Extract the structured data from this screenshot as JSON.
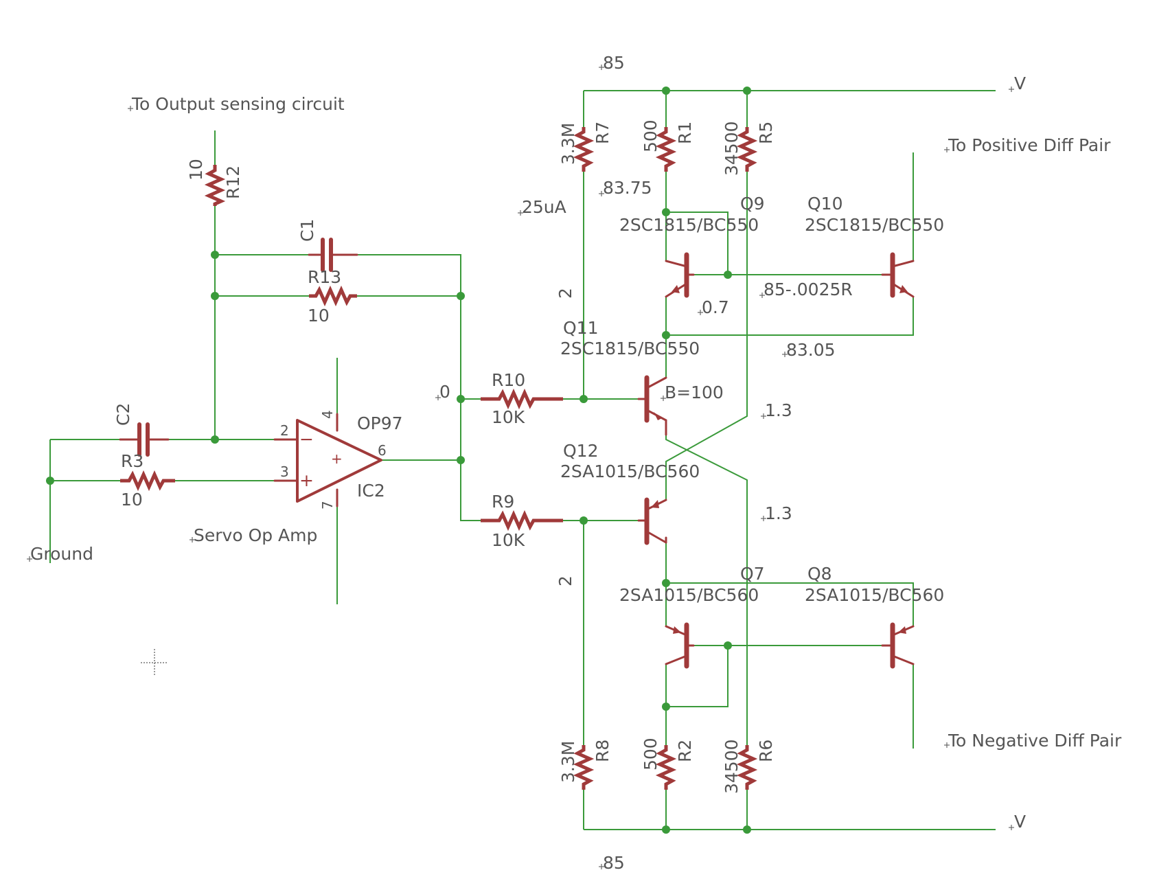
{
  "labels": {
    "rail_top_voltage": "85",
    "rail_top_name": "V",
    "rail_bottom_voltage": "85",
    "rail_bottom_name": "V",
    "to_output": "To Output sensing circuit",
    "to_positive": "To Positive Diff Pair",
    "to_negative": "To Negative Diff Pair",
    "ground": "Ground",
    "servo": "Servo Op Amp",
    "node_83_75": "83.75",
    "node_25ua": "25uA",
    "node_2_top": "2",
    "node_2_bottom": "2",
    "node_85_0025r": "85-.0025R",
    "node_0_7": "0.7",
    "node_83_05": "83.05",
    "node_0": "0",
    "beta": "B=100",
    "node_1_3_top": "1.3",
    "node_1_3_bottom": "1.3"
  },
  "resistors": {
    "R7": {
      "name": "R7",
      "value": "3.3M"
    },
    "R1": {
      "name": "R1",
      "value": "500"
    },
    "R5": {
      "name": "R5",
      "value": "34500"
    },
    "R8": {
      "name": "R8",
      "value": "3.3M"
    },
    "R2": {
      "name": "R2",
      "value": "500"
    },
    "R6": {
      "name": "R6",
      "value": "34500"
    },
    "R12": {
      "name": "R12",
      "value": "10"
    },
    "R13": {
      "name": "R13",
      "value": "10"
    },
    "R3": {
      "name": "R3",
      "value": "10"
    },
    "R10": {
      "name": "R10",
      "value": "10K"
    },
    "R9": {
      "name": "R9",
      "value": "10K"
    }
  },
  "capacitors": {
    "C1": {
      "name": "C1"
    },
    "C2": {
      "name": "C2"
    }
  },
  "transistors": {
    "Q9": {
      "name": "Q9",
      "part": "2SC1815/BC550"
    },
    "Q10": {
      "name": "Q10",
      "part": "2SC1815/BC550"
    },
    "Q11": {
      "name": "Q11",
      "part": "2SC1815/BC550"
    },
    "Q12": {
      "name": "Q12",
      "part": "2SA1015/BC560"
    },
    "Q7": {
      "name": "Q7",
      "part": "2SA1015/BC560"
    },
    "Q8": {
      "name": "Q8",
      "part": "2SA1015/BC560"
    }
  },
  "opamp": {
    "name": "IC2",
    "part": "OP97",
    "pin2": "2",
    "pin3": "3",
    "pin4": "4",
    "pin6": "6",
    "pin7": "7",
    "minus": "−",
    "plus": "+",
    "plus_inner": "+"
  }
}
